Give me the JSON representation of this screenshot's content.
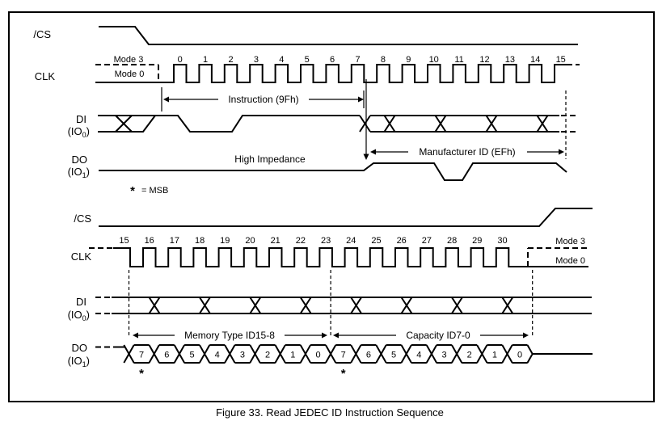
{
  "figure": {
    "caption": "Figure 33. Read JEDEC ID Instruction Sequence"
  },
  "colors": {
    "line": "#000000",
    "background": "#ffffff"
  },
  "top": {
    "cs_label": "/CS",
    "clk_label": "CLK",
    "mode3_label": "Mode 3",
    "mode0_label": "Mode 0",
    "di_label": "DI",
    "do_label": "DO",
    "io_open": "(IO",
    "io0_sub": "0",
    "io1_sub": "1",
    "io_close": ")",
    "clock_numbers": [
      "0",
      "1",
      "2",
      "3",
      "4",
      "5",
      "6",
      "7",
      "8",
      "9",
      "10",
      "11",
      "12",
      "13",
      "14",
      "15"
    ],
    "instruction_label": "Instruction (9Fh)",
    "high_impedance_label": "High Impedance",
    "manufacturer_label": "Manufacturer ID (EFh)",
    "msb_star": "*",
    "msb_note": "= MSB"
  },
  "bottom": {
    "cs_label": "/CS",
    "clk_label": "CLK",
    "mode3_label": "Mode 3",
    "mode0_label": "Mode 0",
    "di_label": "DI",
    "do_label": "DO",
    "io_open": "(IO",
    "io0_sub": "0",
    "io1_sub": "1",
    "io_close": ")",
    "clock_numbers": [
      "15",
      "16",
      "17",
      "18",
      "19",
      "20",
      "21",
      "22",
      "23",
      "24",
      "25",
      "26",
      "27",
      "28",
      "29",
      "30"
    ],
    "memory_type_label": "Memory Type ID15-8",
    "capacity_label": "Capacity ID7-0",
    "do_bits": [
      "7",
      "6",
      "5",
      "4",
      "3",
      "2",
      "1",
      "0",
      "7",
      "6",
      "5",
      "4",
      "3",
      "2",
      "1",
      "0"
    ],
    "msb_star": "*"
  }
}
